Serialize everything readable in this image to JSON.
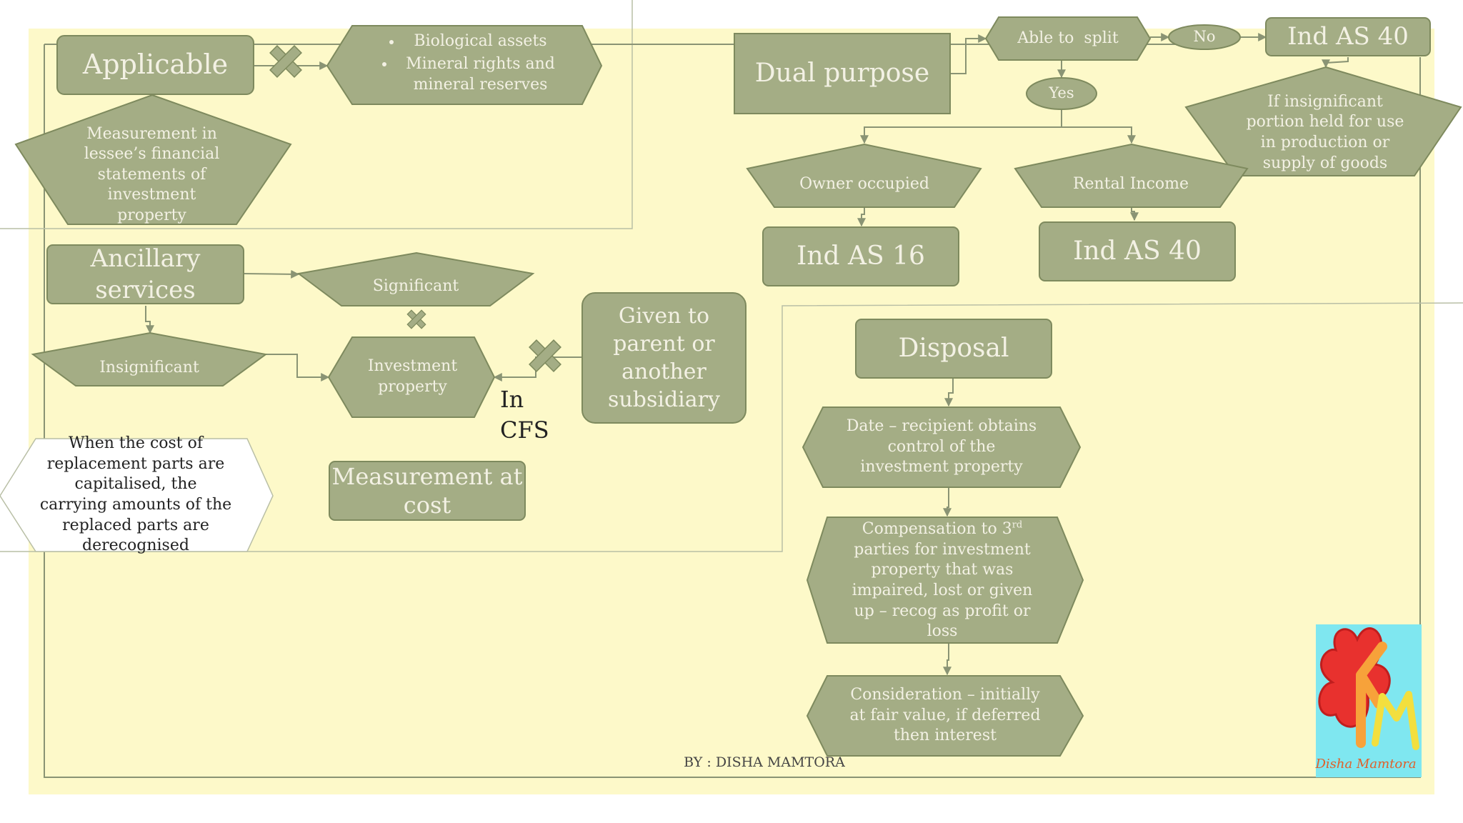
{
  "colors": {
    "background": "#fdf9c9",
    "node_fill": "#a4ad85",
    "node_stroke": "#7e8a5e",
    "line": "#8a9474",
    "text_light": "#f3f1e4",
    "text_dark": "#222222"
  },
  "nodes": {
    "applicable": "Applicable",
    "biological_assets": "Biological assets",
    "mineral_rights": "Mineral rights and mineral reserves",
    "measurement_lessee": "Measurement in lessee’s financial statements of investment property",
    "dual_purpose": "Dual purpose",
    "able_to_split": "Able to  split",
    "no": "No",
    "ind_as_40_top": "Ind AS 40",
    "yes": "Yes",
    "insignificant_portion": "If insignificant portion held for use in production or supply of goods",
    "owner_occupied": "Owner occupied",
    "rental_income": "Rental Income",
    "ind_as_16": "Ind AS 16",
    "ind_as_40_mid": "Ind AS 40",
    "ancillary_services": "Ancillary services",
    "significant": "Significant",
    "insignificant": "Insignificant",
    "investment_property": "Investment property",
    "given_to_parent": "Given to parent or another subsidiary",
    "in_cfs": "In CFS",
    "replacement_parts": "When the cost of replacement parts are capitalised, the carrying amounts of the replaced parts are derecognised",
    "measurement_at_cost": "Measurement at cost",
    "disposal": "Disposal",
    "date_recipient": "Date – recipient obtains control of  the investment property",
    "compensation_pre": "Compensation to 3",
    "compensation_sup": "rd",
    "compensation_post": "parties for investment property that was impaired, lost or given up – recog as profit or loss",
    "consideration": "Consideration – initially at fair value, if deferred then interest"
  },
  "footer": {
    "author": "BY : DISHA MAMTORA"
  },
  "logo": {
    "signature": "Disha Mamtora"
  },
  "icons": [
    "cross-icon",
    "bullet-icon"
  ]
}
